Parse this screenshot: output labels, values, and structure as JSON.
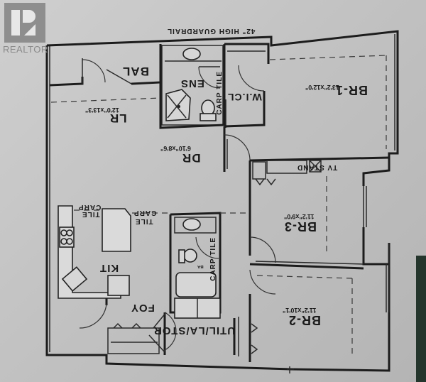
{
  "watermark": {
    "logo_icon": "realtor-r-icon",
    "text": "REALTOR"
  },
  "plan": {
    "orientation": "upside-down (rotated 180°)",
    "guardrail_note": "42\" HIGH GUARDRAIL",
    "rooms": [
      {
        "id": "bal",
        "label": "BAL",
        "dims": ""
      },
      {
        "id": "ens",
        "label": "ENS",
        "dims": ""
      },
      {
        "id": "wicl",
        "label": "W.I.CL",
        "dims": ""
      },
      {
        "id": "br1",
        "label": "BR-1",
        "dims": "13'2\"x12'0\""
      },
      {
        "id": "lr",
        "label": "LR",
        "dims": "12'0\"x13'3\""
      },
      {
        "id": "dr",
        "label": "DR",
        "dims": "6'10\"x8'6\""
      },
      {
        "id": "br3",
        "label": "BR-3",
        "dims": "11'2\"x9'0\""
      },
      {
        "id": "kit",
        "label": "KIT",
        "dims": ""
      },
      {
        "id": "ba",
        "label": "BA",
        "dims": ""
      },
      {
        "id": "foy",
        "label": "FOY",
        "dims": ""
      },
      {
        "id": "util",
        "label": "UTIL/LA/STOR",
        "dims": ""
      },
      {
        "id": "br2",
        "label": "BR-2",
        "dims": "11'2\"x10'1\""
      }
    ],
    "annotations": {
      "tv_stand": "TV STAND",
      "carp": "CARP",
      "tile": "TILE"
    }
  }
}
